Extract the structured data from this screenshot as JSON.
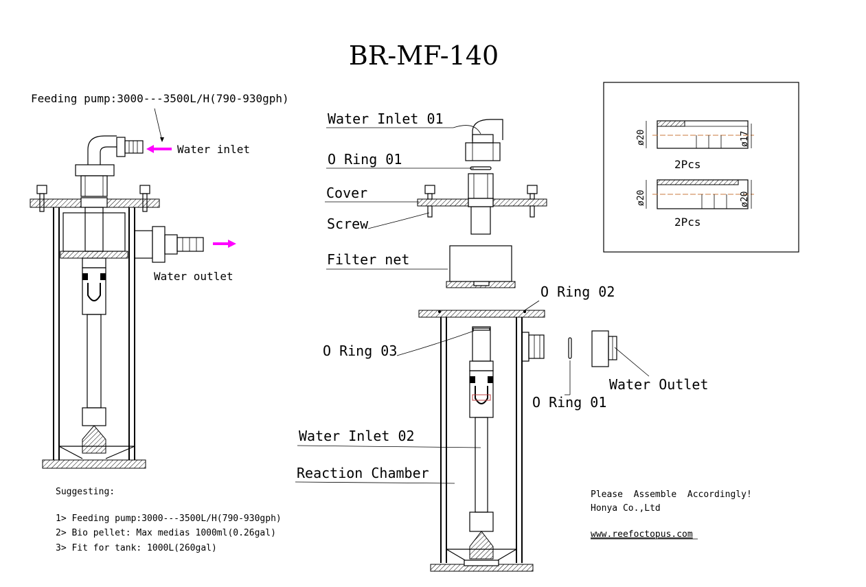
{
  "title": "BR-MF-140",
  "left_labels": {
    "feeding_pump": "Feeding pump:3000---3500L/H(790-930gph)",
    "water_inlet": "Water inlet",
    "water_outlet": "Water outlet"
  },
  "exploded_labels": {
    "water_inlet_01": "Water Inlet 01",
    "o_ring_01_top": "O Ring 01",
    "cover": "Cover",
    "screw": "Screw",
    "filter_net": "Filter net",
    "o_ring_02": "O Ring 02",
    "o_ring_03": "O Ring 03",
    "water_outlet": "Water Outlet",
    "o_ring_01_side": "O Ring 01",
    "water_inlet_02": "Water Inlet 02",
    "reaction_chamber": "Reaction Chamber"
  },
  "fittings_box": {
    "part1": {
      "left_dim": "ø20",
      "right_dim": "ø17",
      "qty": "2Pcs"
    },
    "part2": {
      "left_dim": "ø20",
      "right_dim": "ø20",
      "qty": "2Pcs"
    }
  },
  "suggesting": {
    "heading": "Suggesting:",
    "items": [
      "1> Feeding pump:3000---3500L/H(790-930gph)",
      "2> Bio pellet: Max medias 1000ml(0.26gal)",
      "3> Fit for tank: 1000L(260gal)"
    ]
  },
  "company": {
    "line1": "Please  Assemble  Accordingly!",
    "line2": "Honya Co.,Ltd",
    "website": "www.reefoctopus.com"
  },
  "colors": {
    "arrow": "#ff00ff",
    "pipe_centerline": "#c87a3c",
    "ink": "#000000"
  }
}
